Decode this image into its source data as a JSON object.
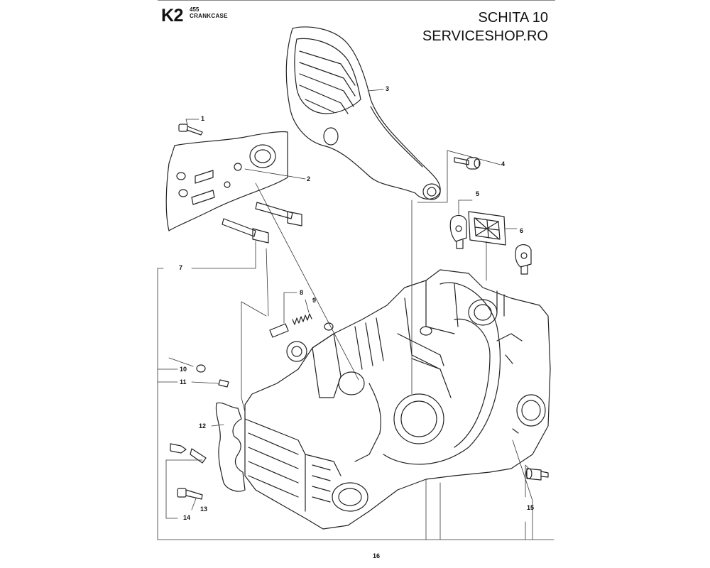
{
  "header": {
    "code": "K2",
    "model": "455",
    "section": "CRANKCASE",
    "schita": "SCHITA 10",
    "shop": "SERVICESHOP.RO"
  },
  "callouts": [
    "1",
    "2",
    "3",
    "4",
    "5",
    "6",
    "7",
    "8",
    "9",
    "10",
    "11",
    "12",
    "13",
    "14",
    "15",
    "16"
  ]
}
